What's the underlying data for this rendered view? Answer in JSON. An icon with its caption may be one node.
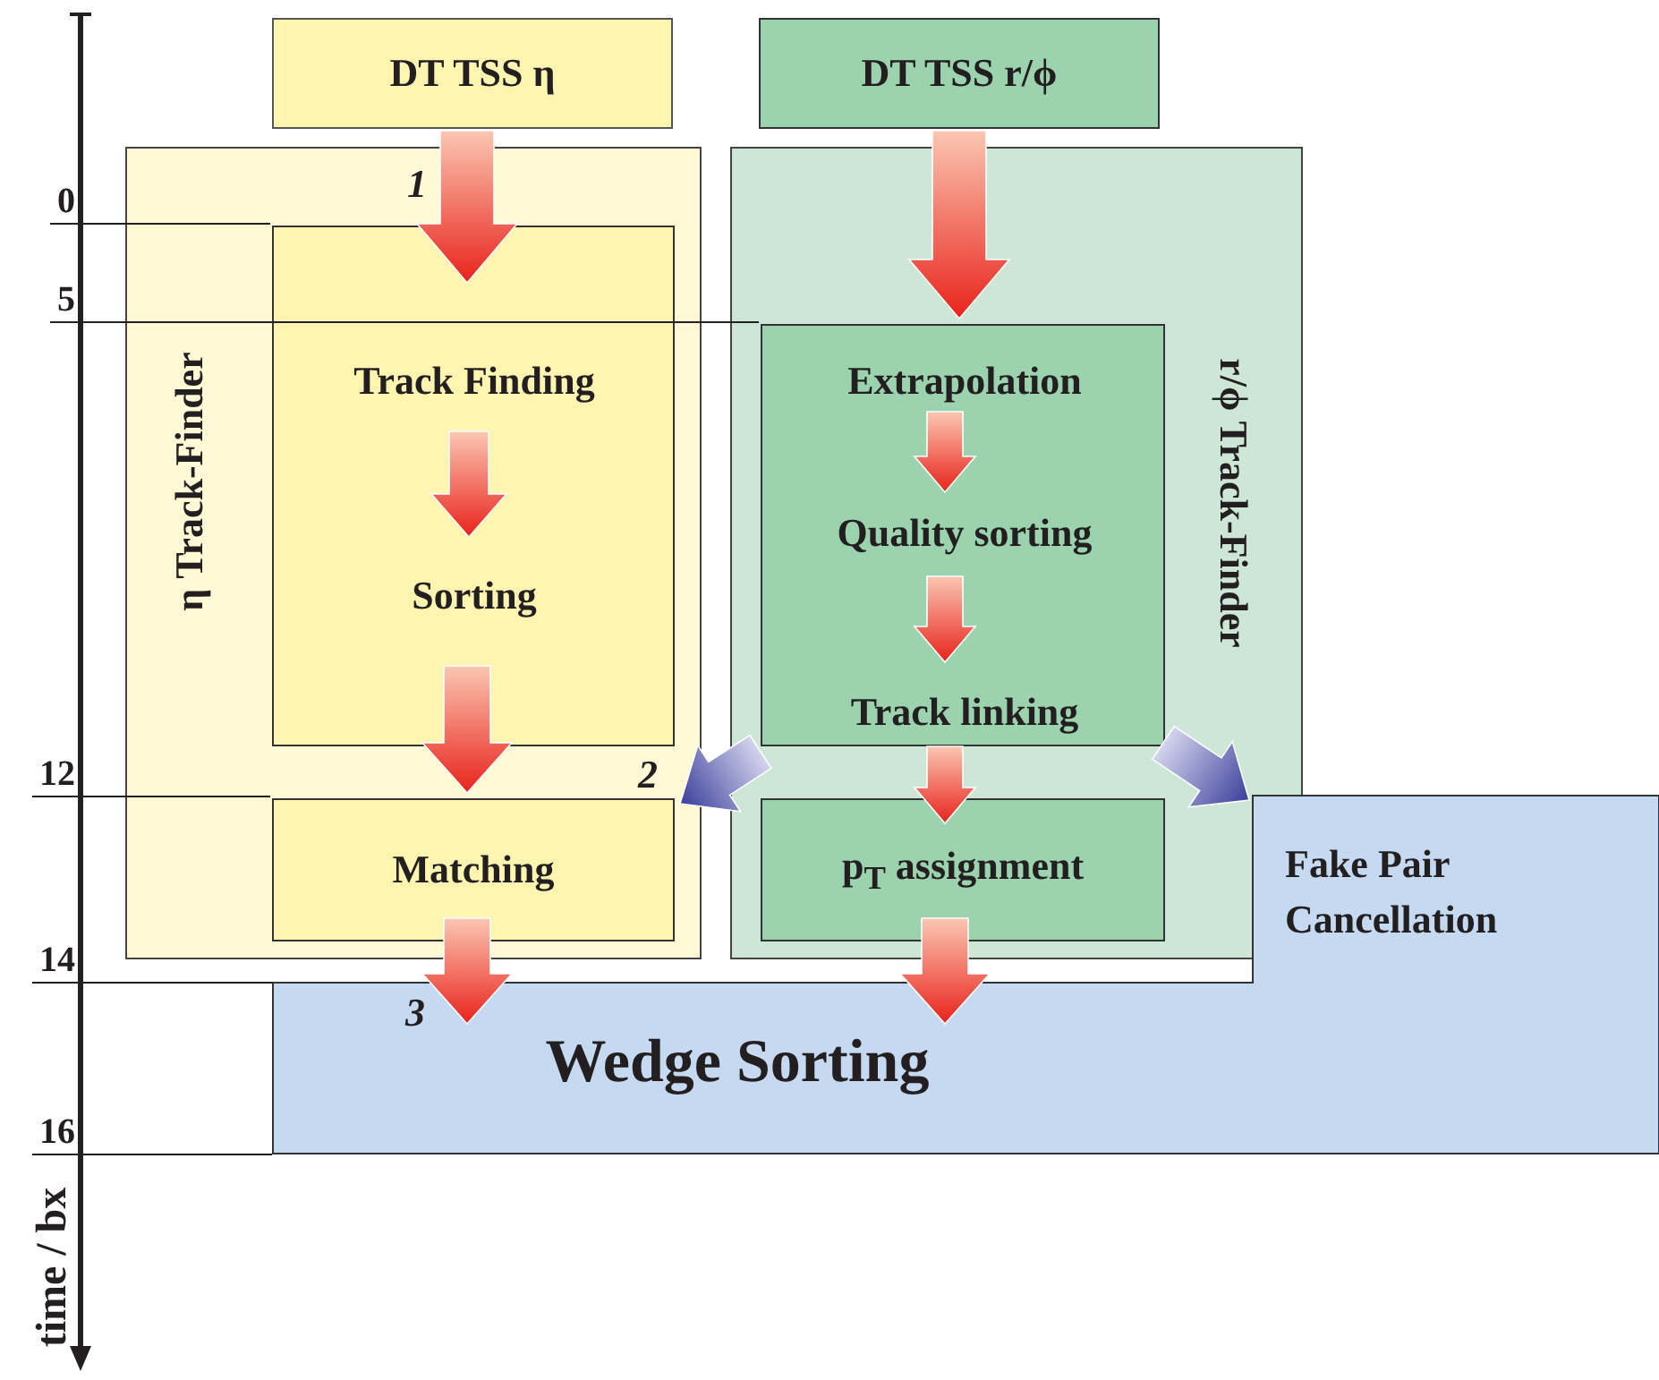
{
  "diagram": {
    "nodes": [
      {
        "text": [
          "DT TSS η"
        ]
      },
      {
        "text": [
          "DT TSS r/ϕ"
        ]
      },
      {
        "text": [
          "η Track-Finder"
        ]
      },
      {
        "text": [],
        "shape": "box",
        "in": 2
      },
      {
        "text": [
          "Track Finding"
        ],
        "in": 3
      },
      {
        "text": [
          "Sorting"
        ],
        "in": 3
      },
      {
        "text": [
          "Matching"
        ],
        "in": 2
      },
      {
        "text": [
          "r/ϕ Track-Finder"
        ]
      },
      {
        "text": [],
        "shape": "box",
        "in": 7
      },
      {
        "text": [
          "Extrapolation"
        ],
        "in": 8
      },
      {
        "text": [
          "Quality sorting"
        ],
        "in": 8
      },
      {
        "text": [
          "Track linking"
        ],
        "in": 8
      },
      {
        "text": [
          "p$_{T}$ assignment"
        ],
        "in": 7
      },
      {
        "text": [
          "Fake Pair Cancellation",
          "Wedge Sorting"
        ]
      }
    ],
    "edges": [
      {
        "from": 0,
        "to": 3,
        "arrow": "to",
        "label": "1"
      },
      {
        "from": 1,
        "to": 8,
        "arrow": "to"
      },
      {
        "from": 4,
        "to": 5,
        "arrow": "to"
      },
      {
        "from": 5,
        "to": 6,
        "arrow": "to"
      },
      {
        "from": 9,
        "to": 10,
        "arrow": "to"
      },
      {
        "from": 10,
        "to": 11,
        "arrow": "to"
      },
      {
        "from": 11,
        "to": 6,
        "arrow": "to",
        "label": "2",
        "color": "#3a3f9a"
      },
      {
        "from": 11,
        "to": 12,
        "arrow": "to"
      },
      {
        "from": 11,
        "to": 13,
        "arrow": "to",
        "color": "#3a3f9a"
      },
      {
        "from": 6,
        "to": 13,
        "arrow": "to",
        "label": "3"
      },
      {
        "from": 12,
        "to": 13,
        "arrow": "to"
      }
    ],
    "labels": [
      "0",
      "5",
      "12",
      "14",
      "16",
      "time / bx"
    ]
  }
}
